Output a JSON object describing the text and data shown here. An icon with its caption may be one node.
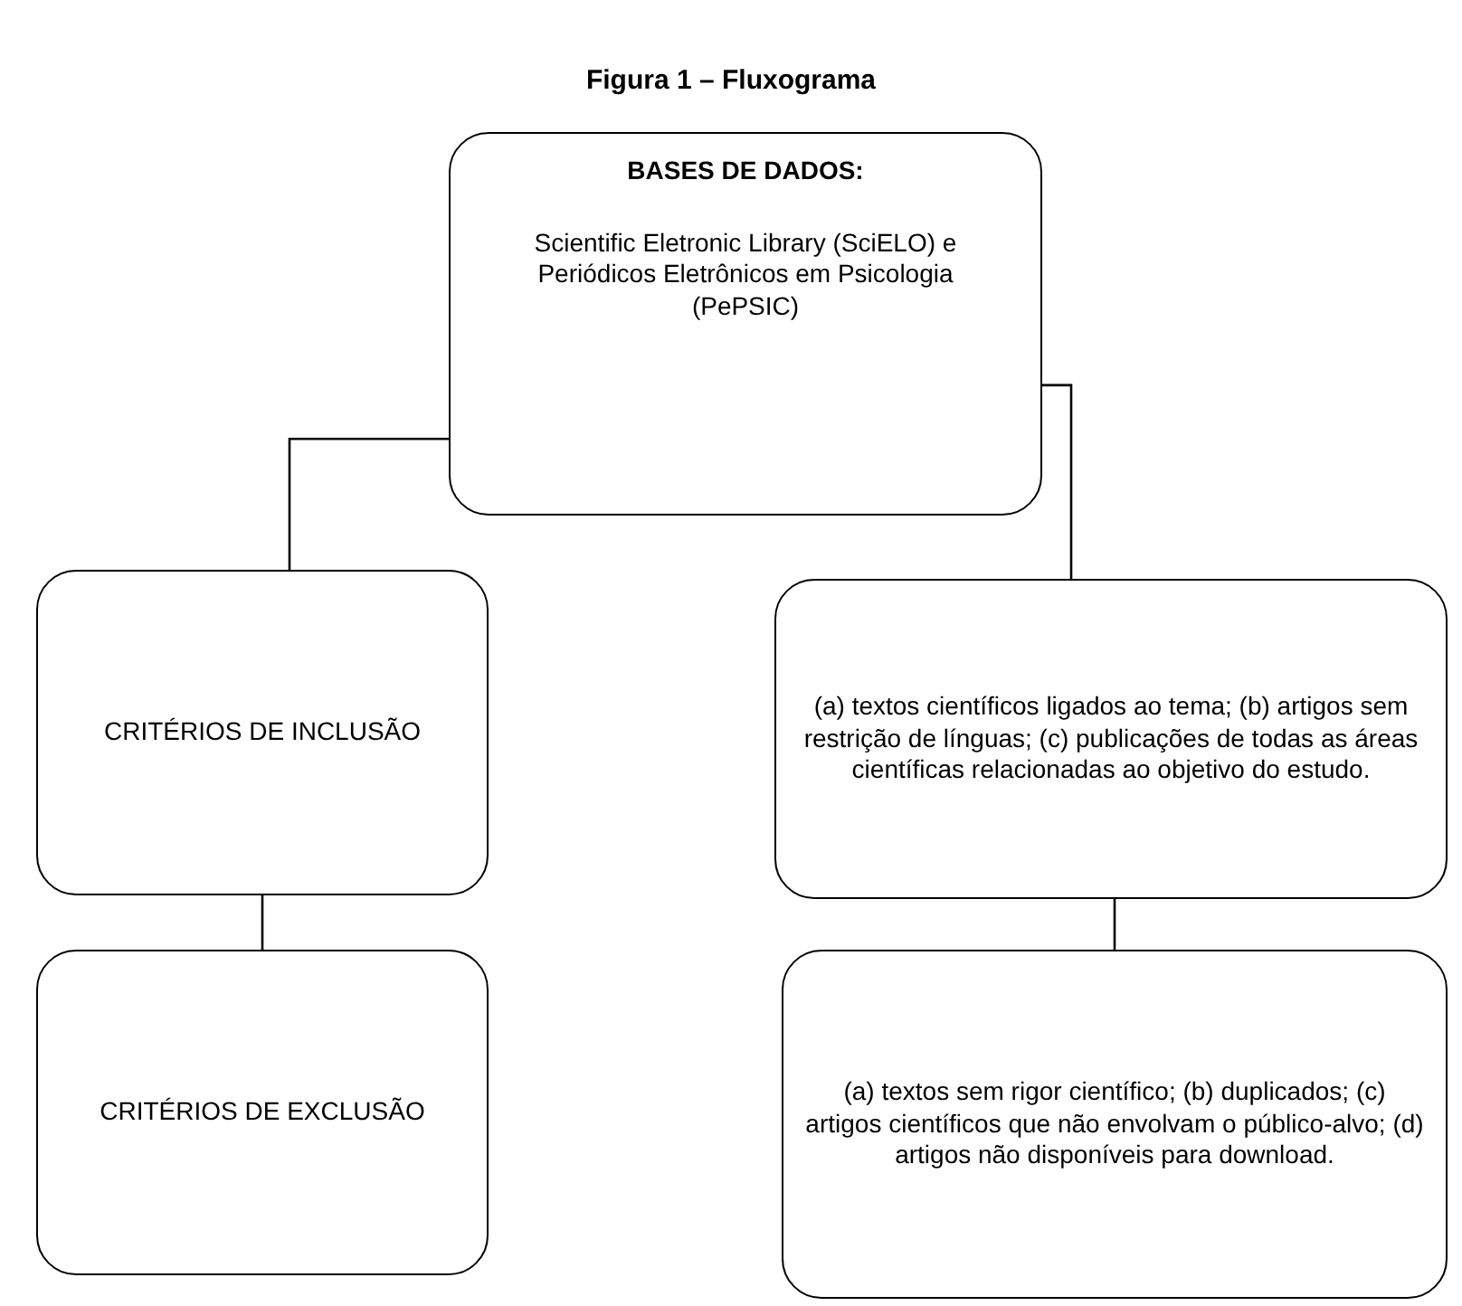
{
  "diagram": {
    "title": "Figura 1 – Fluxograma",
    "nodes": [
      {
        "text": [
          "BASES DE DADOS:",
          "Scientific Eletronic Library (SciELO) e Periódicos Eletrônicos em Psicologia (PePSIC)"
        ]
      },
      {
        "text": [
          "CRITÉRIOS DE INCLUSÃO"
        ]
      },
      {
        "text": [
          "(a) textos científicos ligados ao tema; (b) artigos sem restrição de línguas; (c) publicações de todas as áreas científicas relacionadas ao objetivo do estudo."
        ]
      },
      {
        "text": [
          "CRITÉRIOS DE EXCLUSÃO"
        ]
      },
      {
        "text": [
          "(a) textos sem rigor científico; (b) duplicados; (c) artigos científicos que não envolvam o público-alvo; (d) artigos não disponíveis para download."
        ]
      }
    ],
    "edges": [
      {
        "from": 0,
        "to": 1,
        "arrow": "none"
      },
      {
        "from": 0,
        "to": 2,
        "arrow": "none"
      },
      {
        "from": 1,
        "to": 3,
        "arrow": "none"
      },
      {
        "from": 2,
        "to": 4,
        "arrow": "none"
      }
    ]
  }
}
